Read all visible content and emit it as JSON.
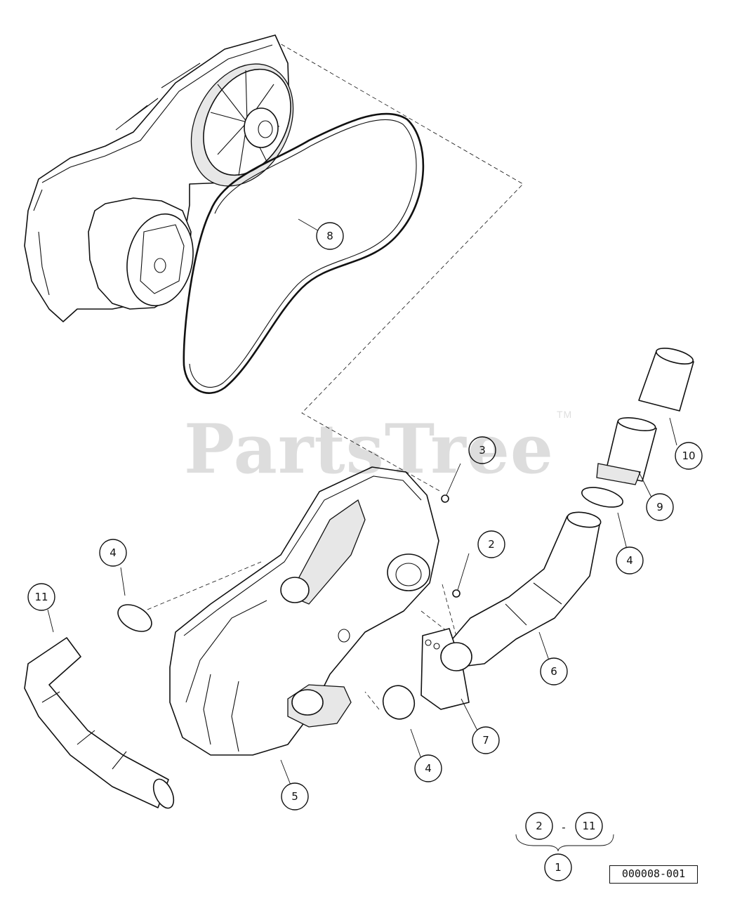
{
  "watermark": {
    "text": "PartsTree",
    "trademark": "TM"
  },
  "figure_code": "000008-001",
  "callouts": [
    {
      "id": "c8",
      "label": "8"
    },
    {
      "id": "c3",
      "label": "3"
    },
    {
      "id": "c10",
      "label": "10"
    },
    {
      "id": "c9",
      "label": "9"
    },
    {
      "id": "c2",
      "label": "2"
    },
    {
      "id": "c4a",
      "label": "4"
    },
    {
      "id": "c4b",
      "label": "4"
    },
    {
      "id": "c11",
      "label": "11"
    },
    {
      "id": "c6",
      "label": "6"
    },
    {
      "id": "c7",
      "label": "7"
    },
    {
      "id": "c4c",
      "label": "4"
    },
    {
      "id": "c5",
      "label": "5"
    }
  ],
  "assembly_group": {
    "from": "2",
    "separator": "-",
    "to": "11",
    "assembly": "1"
  }
}
